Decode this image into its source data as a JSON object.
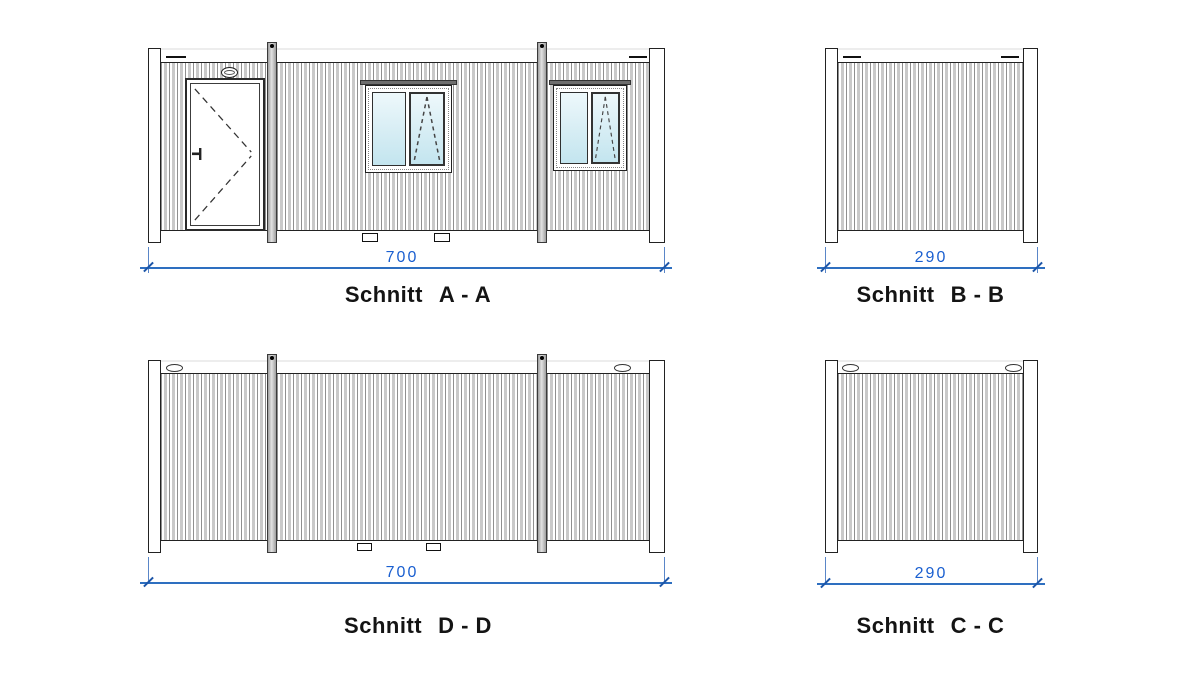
{
  "palette": {
    "line": "#222222",
    "dimension_blue": "#2e6fc0",
    "dimension_text_blue": "#1a5fd0",
    "glazing_top": "#eef8fb",
    "glazing_bottom": "#c3e5ef",
    "corrugation_light": "#c9c9c9",
    "corrugation_dark": "#8f8f8f"
  },
  "views": {
    "aa": {
      "label_prefix": "Schnitt",
      "label_code": "A - A",
      "dimension_value": "700"
    },
    "bb": {
      "label_prefix": "Schnitt",
      "label_code": "B - B",
      "dimension_value": "290"
    },
    "dd": {
      "label_prefix": "Schnitt",
      "label_code": "D - D",
      "dimension_value": "700"
    },
    "cc": {
      "label_prefix": "Schnitt",
      "label_code": "C - C",
      "dimension_value": "290"
    }
  }
}
